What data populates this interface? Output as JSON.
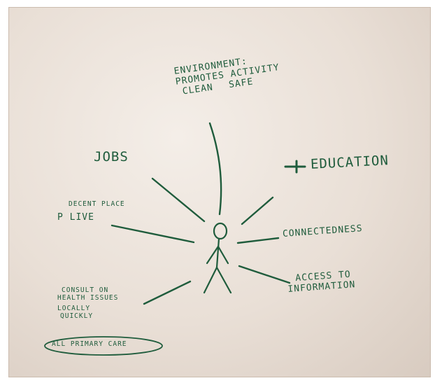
{
  "labels": {
    "environment": [
      "ENVIRONMENT:",
      "PROMOTES ACTIVITY",
      "CLEAN SAFE"
    ],
    "jobs": "JOBS",
    "education": "EDUCATION",
    "decent_place_line1": "DECENT PLACE",
    "decent_place_line2": "LIVE",
    "connectedness": "CONNECTEDNESS",
    "access": [
      "ACCESS TO",
      "INFORMATION"
    ],
    "health": [
      "CONSULT ON",
      "HEALTH ISSUES",
      "LOCALLY",
      "QUICKLY"
    ],
    "primary_care": "ALL PRIMARY CARE"
  },
  "colors": {
    "ink": "#1f5c3c",
    "paper": "#ece3da"
  }
}
